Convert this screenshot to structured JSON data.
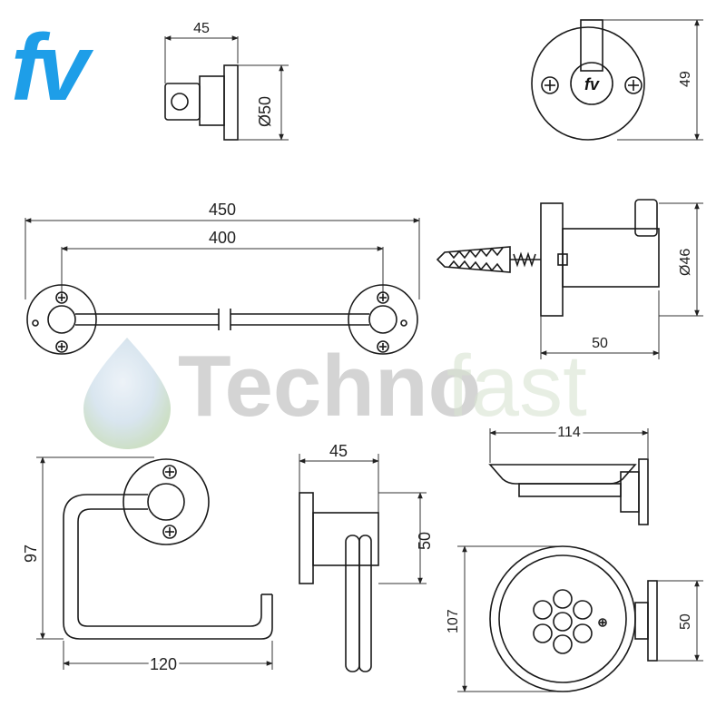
{
  "brand": {
    "logo_text": "fv",
    "logo_color": "#1e9ee8",
    "watermark_dark": "Techno",
    "watermark_light": "fast"
  },
  "dimensions": {
    "hook_top_depth": "45",
    "hook_top_diameter": "Ø50",
    "hook_front_height": "49",
    "towel_bar_overall": "450",
    "towel_bar_centers": "400",
    "robe_hook_diameter": "Ø46",
    "robe_hook_depth": "50",
    "paper_holder_height": "97",
    "paper_holder_width": "120",
    "paper_side_depth": "45",
    "paper_side_height": "50",
    "soap_dish_width": "114",
    "soap_dish_diameter": "107",
    "soap_dish_depth": "50"
  },
  "colors": {
    "line": "#1a1a1a",
    "watermark_dark": "#8e8e8e",
    "watermark_light": "#c9d9bf"
  }
}
